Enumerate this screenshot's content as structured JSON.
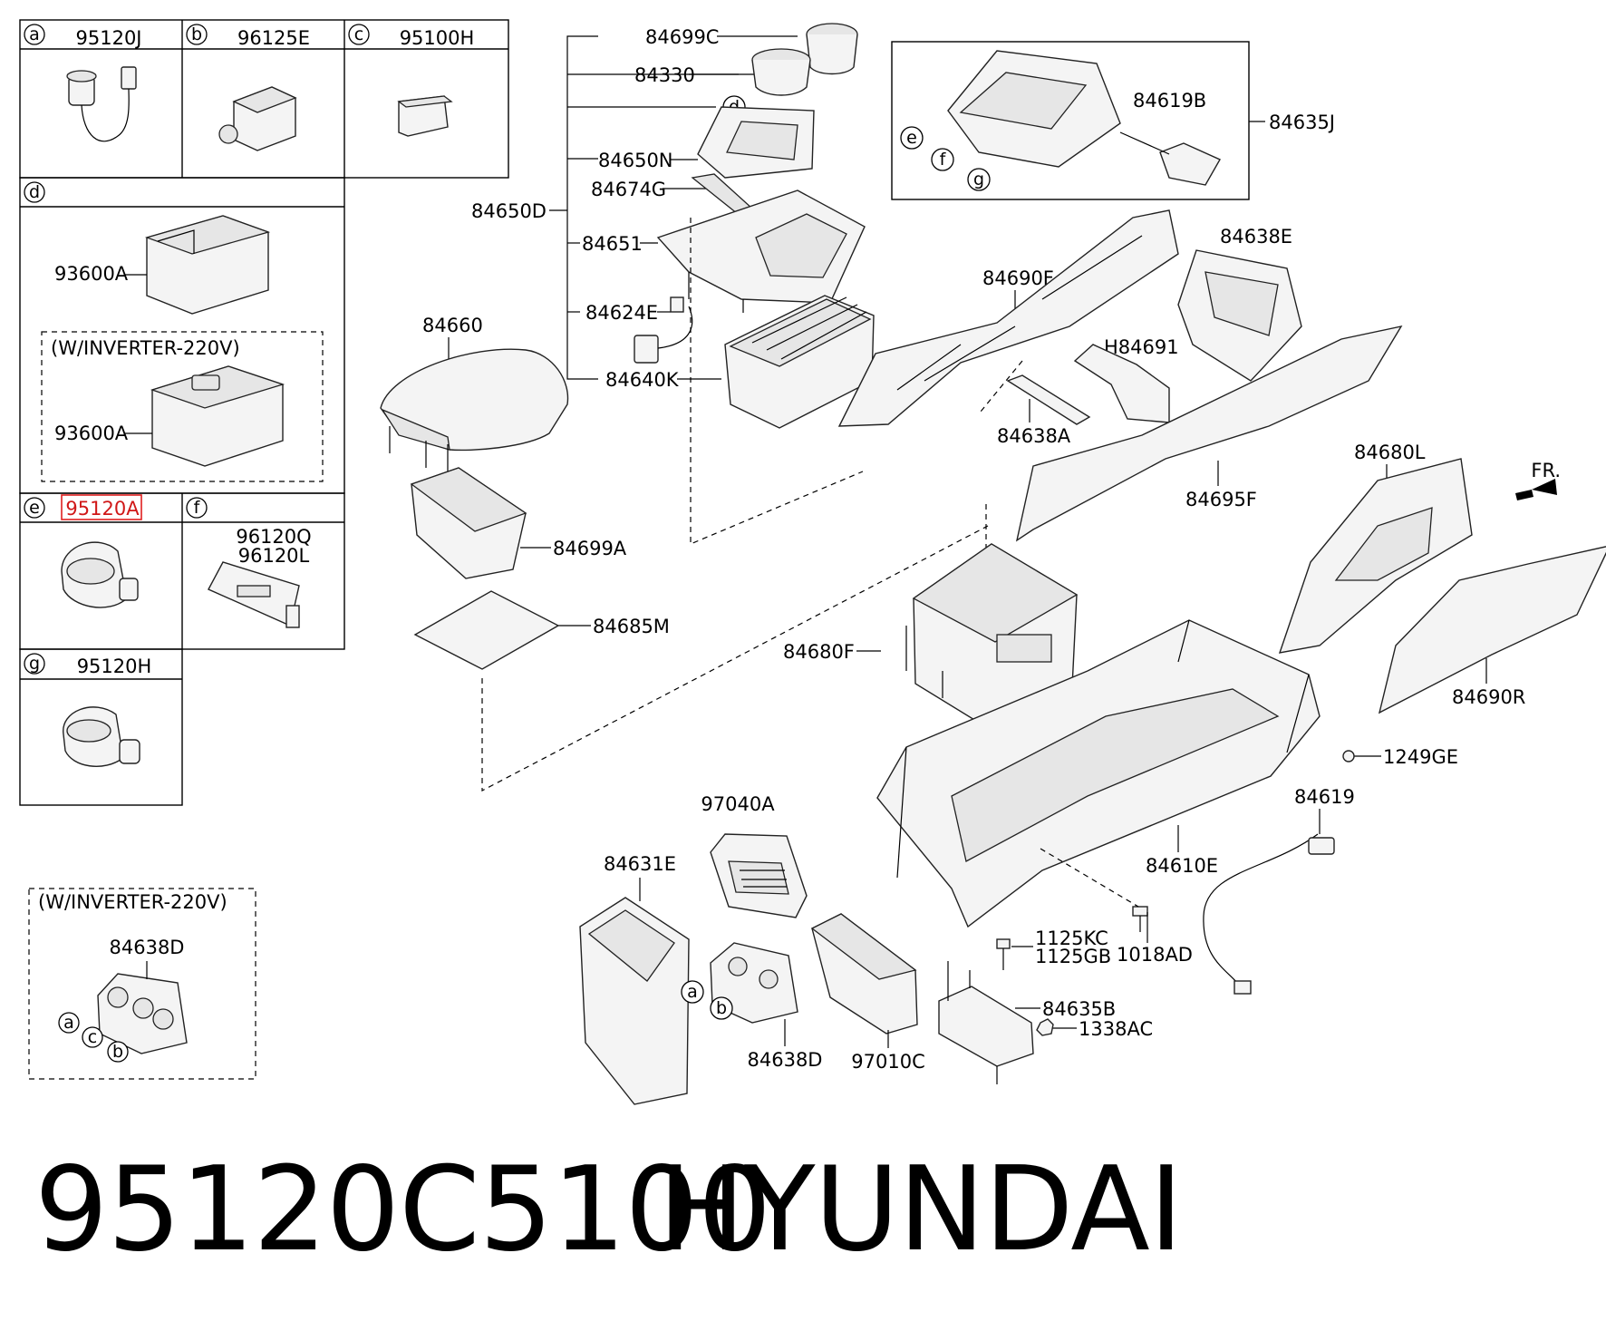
{
  "callouts": {
    "a": "a",
    "b": "b",
    "c": "c",
    "d": "d",
    "e": "e",
    "f": "f",
    "g": "g"
  },
  "inset": {
    "a_part": "95120J",
    "b_part": "96125E",
    "c_part": "95100H",
    "d_part_top": "93600A",
    "inverter_note": "(W/INVERTER-220V)",
    "d_part_bottom": "93600A",
    "e_part": "95120A",
    "f_part_1": "96120Q",
    "f_part_2": "96120L",
    "g_part": "95120H",
    "inverter_note_2": "(W/INVERTER-220V)",
    "sub_part": "84638D"
  },
  "parts": {
    "p84699C": "84699C",
    "p84330": "84330",
    "p84650N": "84650N",
    "p84674G": "84674G",
    "p84650D": "84650D",
    "p84651": "84651",
    "p84624E": "84624E",
    "p84640K": "84640K",
    "p84660": "84660",
    "p84699A": "84699A",
    "p84685M": "84685M",
    "p84619B": "84619B",
    "p84635J": "84635J",
    "p84638E": "84638E",
    "p84690F": "84690F",
    "pH84691": "H84691",
    "p84638A": "84638A",
    "p84695F": "84695F",
    "p84680L": "84680L",
    "pFR": "FR.",
    "p84680F": "84680F",
    "p84690R": "84690R",
    "p1249GE": "1249GE",
    "p84619": "84619",
    "p97040A": "97040A",
    "p84631E": "84631E",
    "p84610E": "84610E",
    "p1125KC": "1125KC",
    "p1125GB": "1125GB",
    "p1018AD": "1018AD",
    "p84635B": "84635B",
    "p1338AC": "1338AC",
    "p84638D": "84638D",
    "p97010C": "97010C"
  },
  "caption": {
    "part_number": "95120C5100",
    "brand": "HYUNDAI"
  },
  "highlight_color": "#e02020"
}
